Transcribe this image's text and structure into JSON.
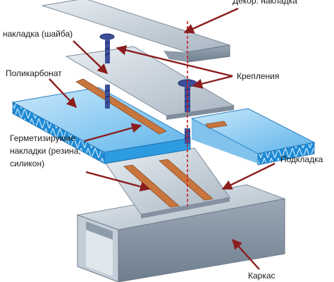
{
  "labels": {
    "decor_cap": "Декор. накладка",
    "washer": "накладка (шайба)",
    "polycarbonate": "Поликарбонат",
    "fasteners": "Крепления",
    "sealing_line1": "Герметизируюие",
    "sealing_line2": "накладки (резина,",
    "sealing_line3": "силикон)",
    "underlay": "Подкладка",
    "frame": "Каркас"
  },
  "colors": {
    "arrow": "#8b1d1d",
    "dashed_axis": "#cc1a1a",
    "polycarbonate": "#2d9be0",
    "metal": "#aab7c4",
    "seal": "#c8763e"
  }
}
